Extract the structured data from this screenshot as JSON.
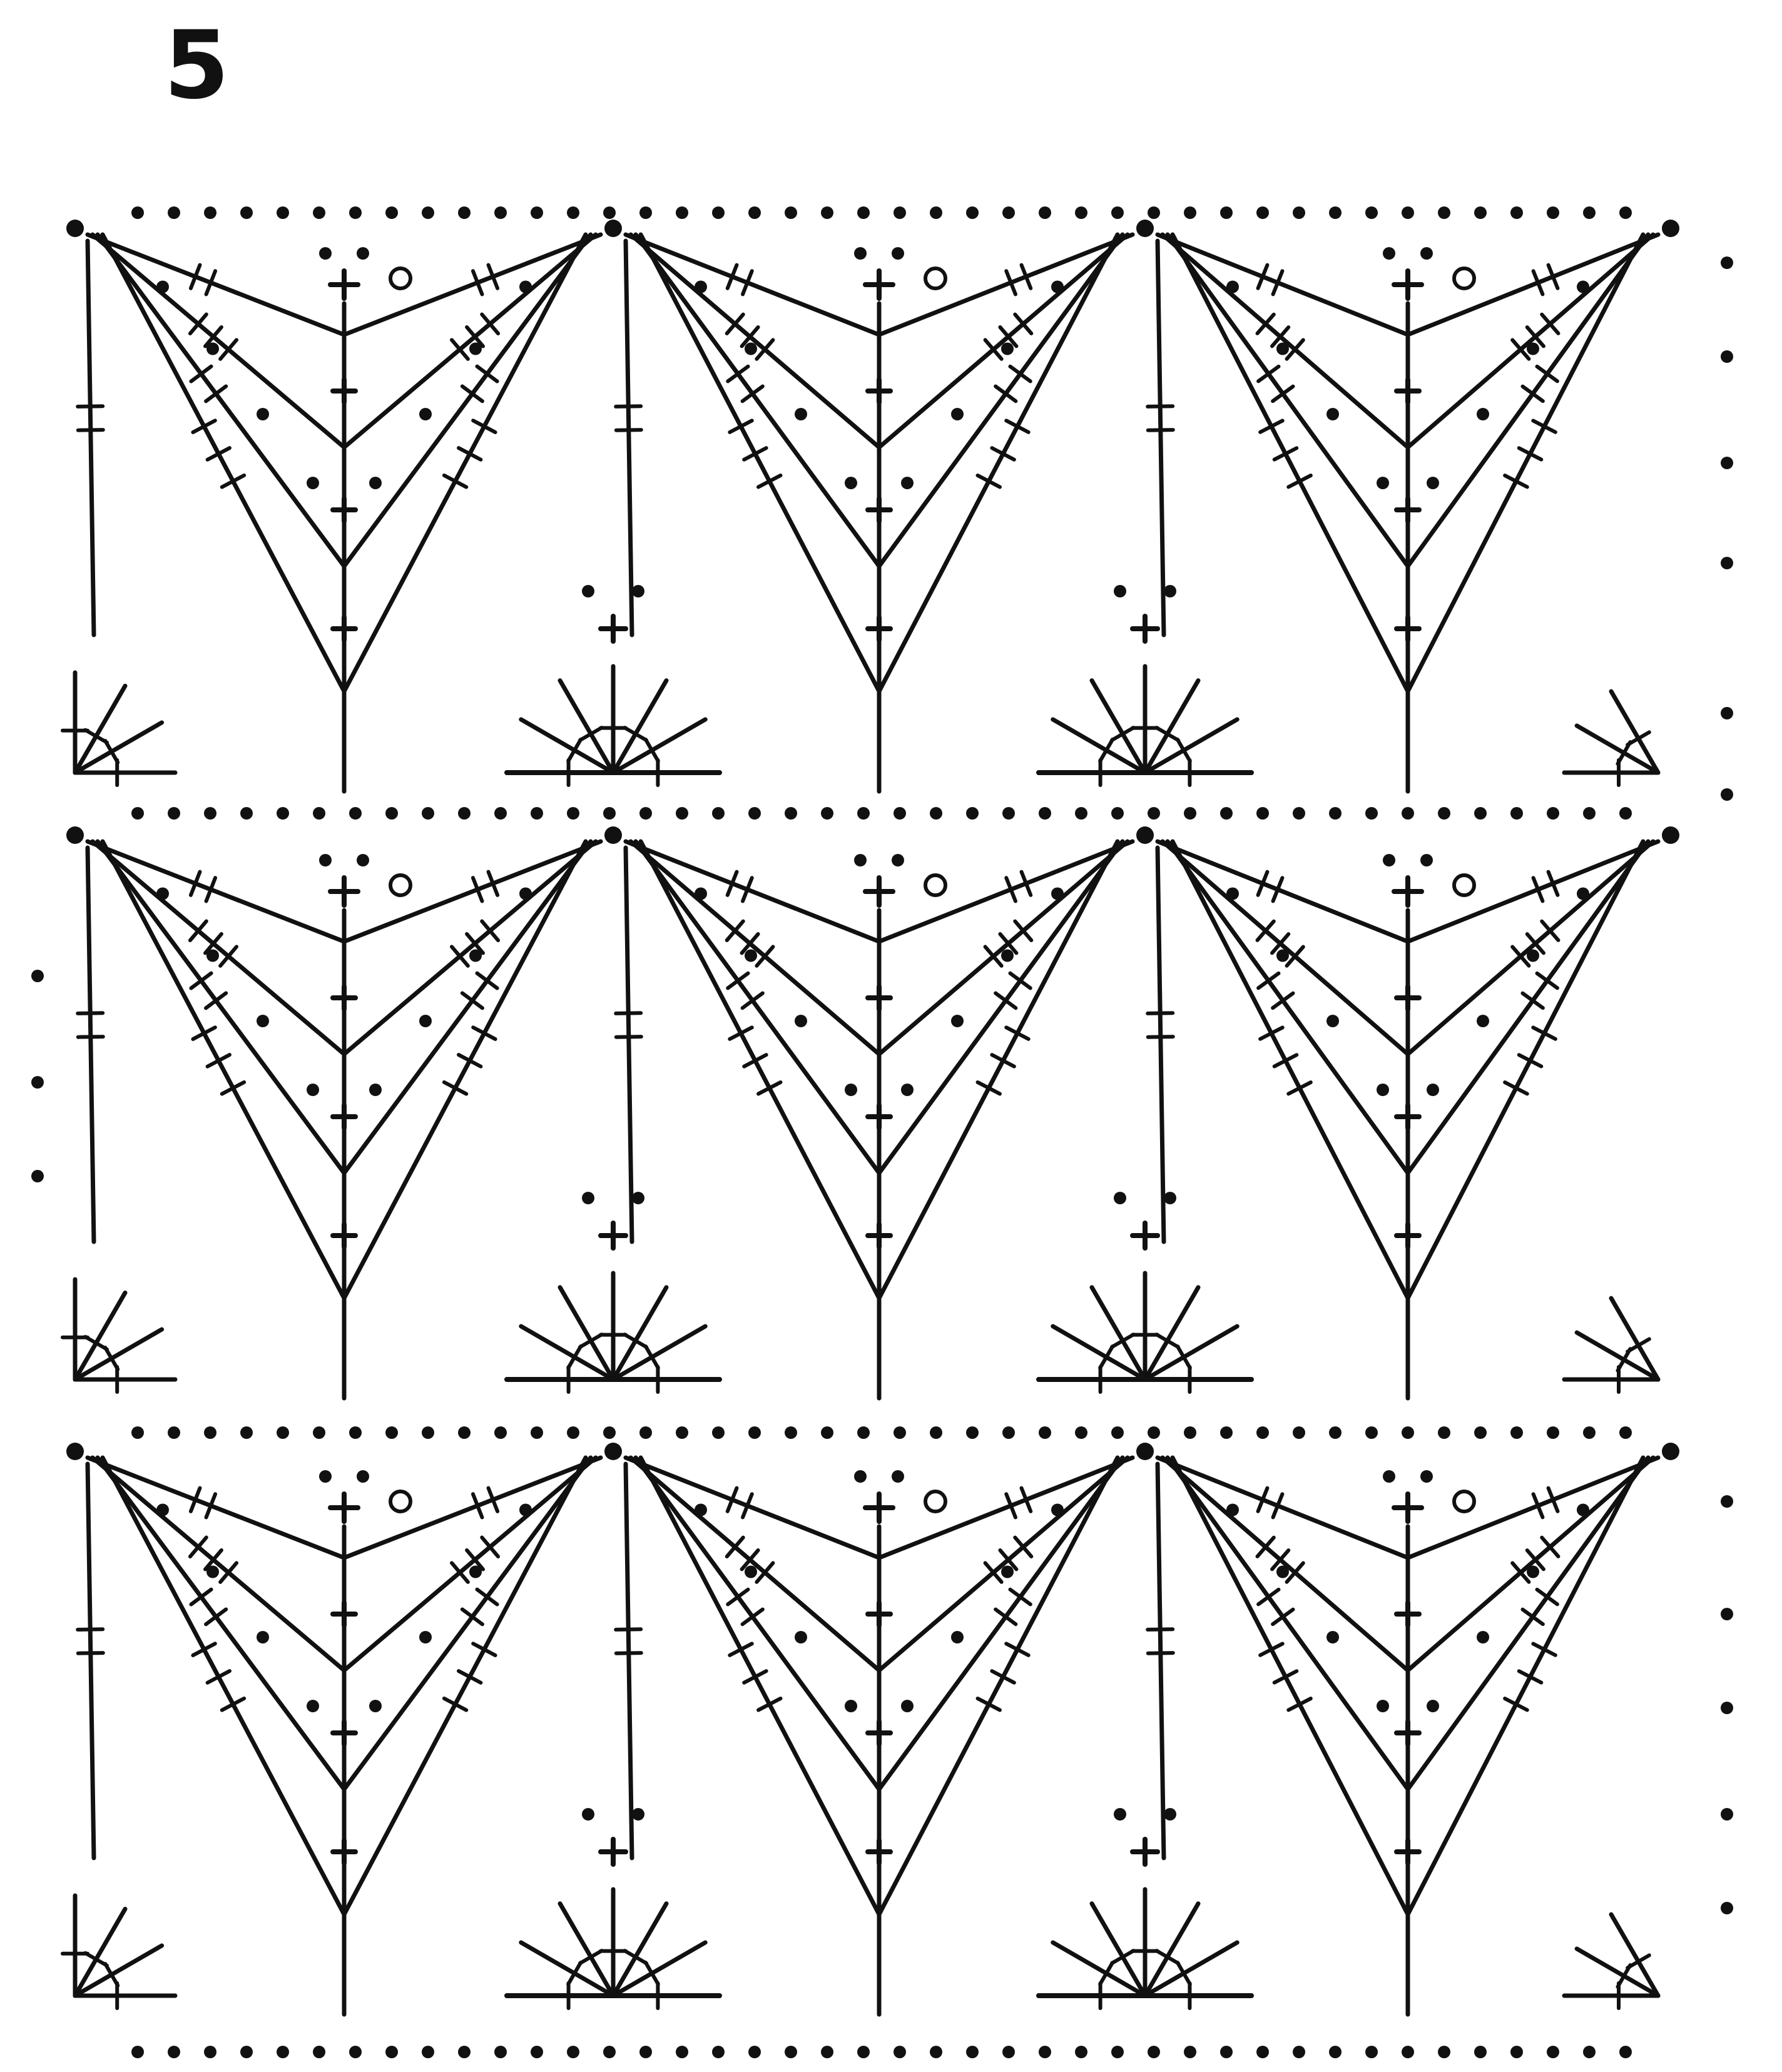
{
  "figure": {
    "number": "5"
  },
  "colors": {
    "ink": "#111111",
    "background": "#ffffff"
  },
  "symbols": [
    "chain-dot",
    "single-crochet-cross",
    "treble-crochet-stitch",
    "double-treble-crochet-stitch",
    "picot-loop"
  ],
  "pattern": {
    "fan_repeats_per_row": 3,
    "pattern_rows": 3,
    "shell_fans_per_row": 2
  }
}
